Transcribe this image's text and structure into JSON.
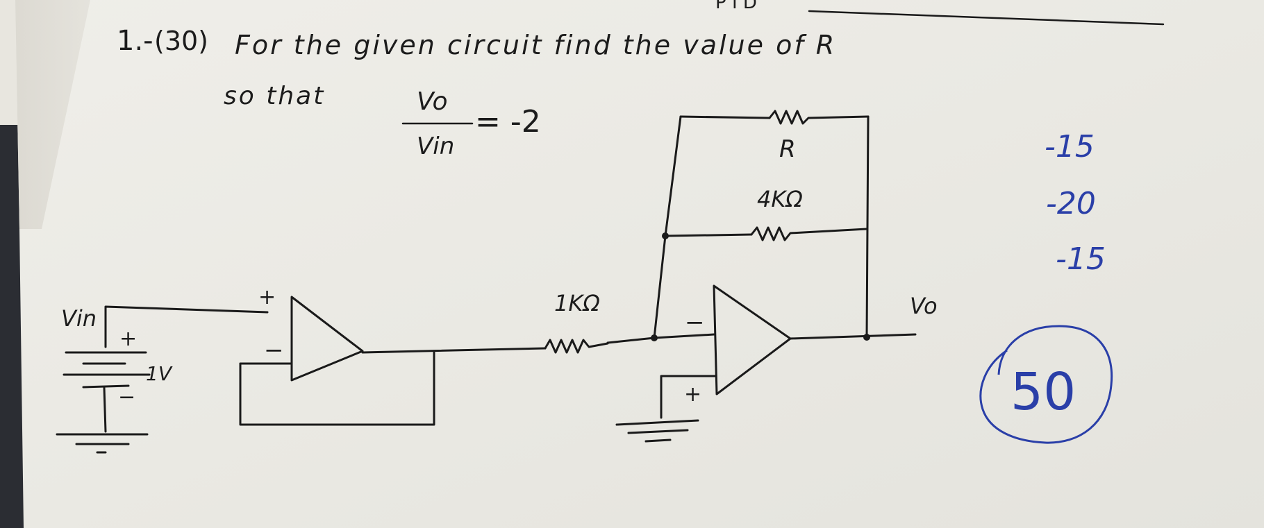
{
  "problem": {
    "number": "1.-",
    "points": "(30)",
    "statement_line1": "For the given circuit find the value of R",
    "statement_line2": "so that",
    "ratio_numerator": "Vo",
    "ratio_denominator": "Vin",
    "ratio_value": "= -2"
  },
  "header_fragment": "P I D",
  "circuit": {
    "input_label": "Vin",
    "source_value": "1V",
    "source_plus": "+",
    "source_minus": "−",
    "buffer_plus": "+",
    "buffer_minus": "−",
    "input_resistor": "1KΩ",
    "feedback_R": "R",
    "feedback_parallel": "4KΩ",
    "opamp2_minus": "−",
    "opamp2_plus": "+",
    "output_label": "Vo"
  },
  "grading_notes": {
    "deductions": [
      "-15",
      "-20",
      "-15"
    ],
    "score": "50"
  },
  "colors": {
    "paper": "#ecebe6",
    "ink": "#1a1a1a",
    "grader_ink": "#2a3fa8",
    "background": "#2b2d33"
  }
}
